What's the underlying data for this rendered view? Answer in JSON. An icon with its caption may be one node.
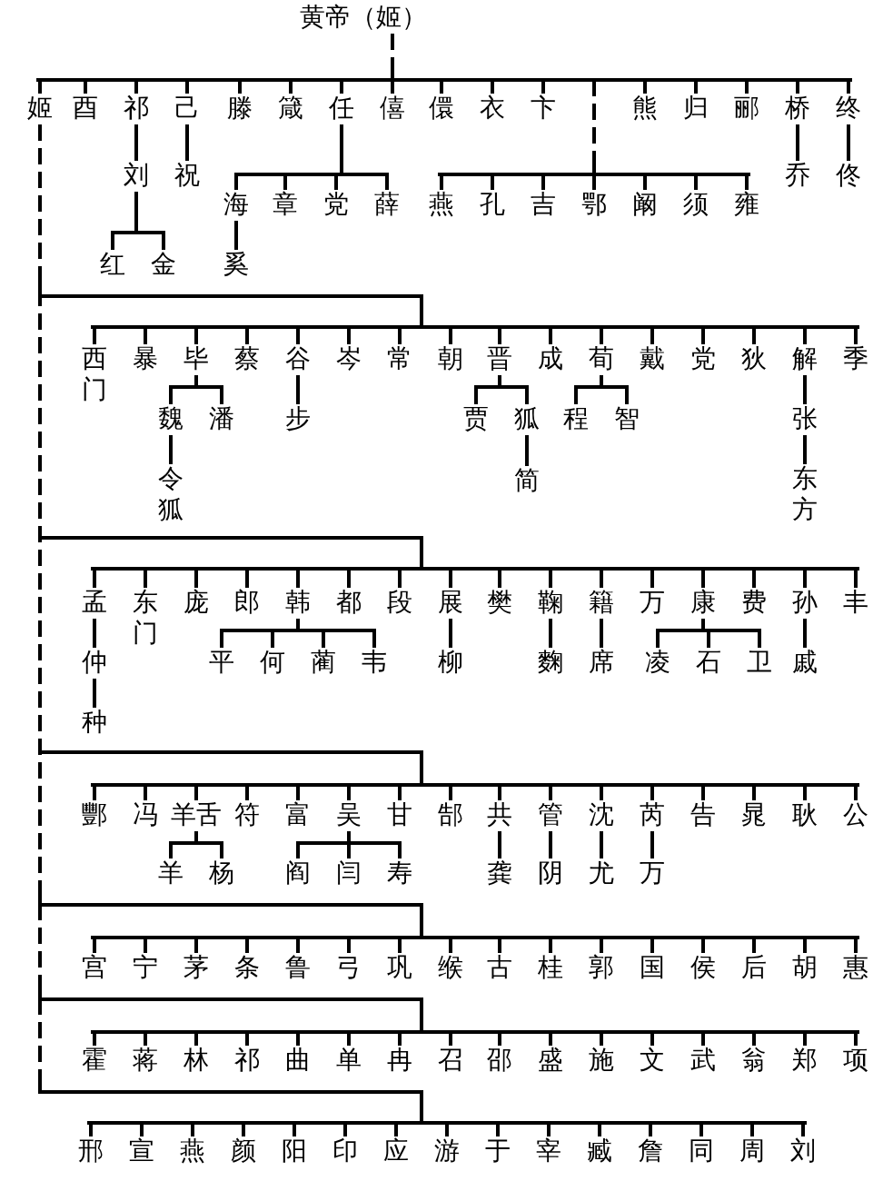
{
  "diagram": {
    "nodes": [
      {
        "text": [
          "黄帝（姬）"
        ]
      },
      {
        "text": [
          "姬"
        ]
      },
      {
        "text": [
          "酉"
        ]
      },
      {
        "text": [
          "祁"
        ]
      },
      {
        "text": [
          "己"
        ]
      },
      {
        "text": [
          "滕"
        ]
      },
      {
        "text": [
          "箴"
        ]
      },
      {
        "text": [
          "任"
        ]
      },
      {
        "text": [
          "僖"
        ]
      },
      {
        "text": [
          "儇"
        ]
      },
      {
        "text": [
          "衣"
        ]
      },
      {
        "text": [
          "卞"
        ]
      },
      {
        "text": [
          "熊"
        ]
      },
      {
        "text": [
          "归"
        ]
      },
      {
        "text": [
          "郦"
        ]
      },
      {
        "text": [
          "桥"
        ]
      },
      {
        "text": [
          "终"
        ]
      },
      {
        "text": [
          "刘"
        ]
      },
      {
        "text": [
          "祝"
        ]
      },
      {
        "text": [
          "乔"
        ]
      },
      {
        "text": [
          "佟"
        ]
      },
      {
        "text": [
          "海"
        ]
      },
      {
        "text": [
          "章"
        ]
      },
      {
        "text": [
          "党"
        ]
      },
      {
        "text": [
          "薛"
        ]
      },
      {
        "text": [
          "燕"
        ]
      },
      {
        "text": [
          "孔"
        ]
      },
      {
        "text": [
          "吉"
        ]
      },
      {
        "text": [
          "鄂"
        ]
      },
      {
        "text": [
          "阚"
        ]
      },
      {
        "text": [
          "须"
        ]
      },
      {
        "text": [
          "雍"
        ]
      },
      {
        "text": [
          "红"
        ]
      },
      {
        "text": [
          "金"
        ]
      },
      {
        "text": [
          "奚"
        ]
      },
      {
        "text": [
          "西门"
        ]
      },
      {
        "text": [
          "暴"
        ]
      },
      {
        "text": [
          "毕"
        ]
      },
      {
        "text": [
          "蔡"
        ]
      },
      {
        "text": [
          "谷"
        ]
      },
      {
        "text": [
          "岑"
        ]
      },
      {
        "text": [
          "常"
        ]
      },
      {
        "text": [
          "朝"
        ]
      },
      {
        "text": [
          "晋"
        ]
      },
      {
        "text": [
          "成"
        ]
      },
      {
        "text": [
          "荀"
        ]
      },
      {
        "text": [
          "戴"
        ]
      },
      {
        "text": [
          "党"
        ]
      },
      {
        "text": [
          "狄"
        ]
      },
      {
        "text": [
          "解"
        ]
      },
      {
        "text": [
          "季"
        ]
      },
      {
        "text": [
          "魏"
        ]
      },
      {
        "text": [
          "潘"
        ]
      },
      {
        "text": [
          "步"
        ]
      },
      {
        "text": [
          "贾"
        ]
      },
      {
        "text": [
          "狐"
        ]
      },
      {
        "text": [
          "程"
        ]
      },
      {
        "text": [
          "智"
        ]
      },
      {
        "text": [
          "张"
        ]
      },
      {
        "text": [
          "令狐"
        ]
      },
      {
        "text": [
          "简"
        ]
      },
      {
        "text": [
          "东方"
        ]
      },
      {
        "text": [
          "孟"
        ]
      },
      {
        "text": [
          "东门"
        ]
      },
      {
        "text": [
          "庞"
        ]
      },
      {
        "text": [
          "郎"
        ]
      },
      {
        "text": [
          "韩"
        ]
      },
      {
        "text": [
          "都"
        ]
      },
      {
        "text": [
          "段"
        ]
      },
      {
        "text": [
          "展"
        ]
      },
      {
        "text": [
          "樊"
        ]
      },
      {
        "text": [
          "鞠"
        ]
      },
      {
        "text": [
          "籍"
        ]
      },
      {
        "text": [
          "万"
        ]
      },
      {
        "text": [
          "康"
        ]
      },
      {
        "text": [
          "费"
        ]
      },
      {
        "text": [
          "孙"
        ]
      },
      {
        "text": [
          "丰"
        ]
      },
      {
        "text": [
          "仲"
        ]
      },
      {
        "text": [
          "平"
        ]
      },
      {
        "text": [
          "何"
        ]
      },
      {
        "text": [
          "蔺"
        ]
      },
      {
        "text": [
          "韦"
        ]
      },
      {
        "text": [
          "柳"
        ]
      },
      {
        "text": [
          "麴"
        ]
      },
      {
        "text": [
          "席"
        ]
      },
      {
        "text": [
          "凌"
        ]
      },
      {
        "text": [
          "石"
        ]
      },
      {
        "text": [
          "卫"
        ]
      },
      {
        "text": [
          "戚"
        ]
      },
      {
        "text": [
          "种"
        ]
      },
      {
        "text": [
          "酆"
        ]
      },
      {
        "text": [
          "冯"
        ]
      },
      {
        "text": [
          "羊舌"
        ]
      },
      {
        "text": [
          "符"
        ]
      },
      {
        "text": [
          "富"
        ]
      },
      {
        "text": [
          "吴"
        ]
      },
      {
        "text": [
          "甘"
        ]
      },
      {
        "text": [
          "郜"
        ]
      },
      {
        "text": [
          "共"
        ]
      },
      {
        "text": [
          "管"
        ]
      },
      {
        "text": [
          "沈"
        ]
      },
      {
        "text": [
          "芮"
        ]
      },
      {
        "text": [
          "告"
        ]
      },
      {
        "text": [
          "晁"
        ]
      },
      {
        "text": [
          "耿"
        ]
      },
      {
        "text": [
          "公"
        ]
      },
      {
        "text": [
          "羊"
        ]
      },
      {
        "text": [
          "杨"
        ]
      },
      {
        "text": [
          "阎"
        ]
      },
      {
        "text": [
          "闫"
        ]
      },
      {
        "text": [
          "寿"
        ]
      },
      {
        "text": [
          "龚"
        ]
      },
      {
        "text": [
          "阴"
        ]
      },
      {
        "text": [
          "尤"
        ]
      },
      {
        "text": [
          "万"
        ]
      },
      {
        "text": [
          "宫"
        ]
      },
      {
        "text": [
          "宁"
        ]
      },
      {
        "text": [
          "茅"
        ]
      },
      {
        "text": [
          "条"
        ]
      },
      {
        "text": [
          "鲁"
        ]
      },
      {
        "text": [
          "弓"
        ]
      },
      {
        "text": [
          "巩"
        ]
      },
      {
        "text": [
          "缑"
        ]
      },
      {
        "text": [
          "古"
        ]
      },
      {
        "text": [
          "桂"
        ]
      },
      {
        "text": [
          "郭"
        ]
      },
      {
        "text": [
          "国"
        ]
      },
      {
        "text": [
          "侯"
        ]
      },
      {
        "text": [
          "后"
        ]
      },
      {
        "text": [
          "胡"
        ]
      },
      {
        "text": [
          "惠"
        ]
      },
      {
        "text": [
          "霍"
        ]
      },
      {
        "text": [
          "蒋"
        ]
      },
      {
        "text": [
          "林"
        ]
      },
      {
        "text": [
          "祁"
        ]
      },
      {
        "text": [
          "曲"
        ]
      },
      {
        "text": [
          "单"
        ]
      },
      {
        "text": [
          "冉"
        ]
      },
      {
        "text": [
          "召"
        ]
      },
      {
        "text": [
          "邵"
        ]
      },
      {
        "text": [
          "盛"
        ]
      },
      {
        "text": [
          "施"
        ]
      },
      {
        "text": [
          "文"
        ]
      },
      {
        "text": [
          "武"
        ]
      },
      {
        "text": [
          "翁"
        ]
      },
      {
        "text": [
          "郑"
        ]
      },
      {
        "text": [
          "项"
        ]
      },
      {
        "text": [
          "邢"
        ]
      },
      {
        "text": [
          "宣"
        ]
      },
      {
        "text": [
          "燕"
        ]
      },
      {
        "text": [
          "颜"
        ]
      },
      {
        "text": [
          "阳"
        ]
      },
      {
        "text": [
          "印"
        ]
      },
      {
        "text": [
          "应"
        ]
      },
      {
        "text": [
          "游"
        ]
      },
      {
        "text": [
          "于"
        ]
      },
      {
        "text": [
          "宰"
        ]
      },
      {
        "text": [
          "臧"
        ]
      },
      {
        "text": [
          "詹"
        ]
      },
      {
        "text": [
          "同"
        ]
      },
      {
        "text": [
          "周"
        ]
      },
      {
        "text": [
          "刘"
        ]
      }
    ],
    "edges": [
      {
        "from": 0,
        "to": 1,
        "arrow": "none",
        "style": "dashed"
      },
      {
        "from": 0,
        "to": 2,
        "arrow": "none",
        "style": "dashed"
      },
      {
        "from": 0,
        "to": 3,
        "arrow": "none",
        "style": "dashed"
      },
      {
        "from": 0,
        "to": 4,
        "arrow": "none",
        "style": "dashed"
      },
      {
        "from": 0,
        "to": 5,
        "arrow": "none",
        "style": "dashed"
      },
      {
        "from": 0,
        "to": 6,
        "arrow": "none",
        "style": "dashed"
      },
      {
        "from": 0,
        "to": 7,
        "arrow": "none",
        "style": "dashed"
      },
      {
        "from": 0,
        "to": 8,
        "arrow": "none",
        "style": "dashed"
      },
      {
        "from": 0,
        "to": 9,
        "arrow": "none",
        "style": "dashed"
      },
      {
        "from": 0,
        "to": 10,
        "arrow": "none",
        "style": "dashed"
      },
      {
        "from": 0,
        "to": 11,
        "arrow": "none",
        "style": "dashed"
      },
      {
        "from": 0,
        "to": 12,
        "arrow": "none",
        "style": "dashed"
      },
      {
        "from": 0,
        "to": 13,
        "arrow": "none",
        "style": "dashed"
      },
      {
        "from": 0,
        "to": 14,
        "arrow": "none",
        "style": "dashed"
      },
      {
        "from": 0,
        "to": 15,
        "arrow": "none",
        "style": "dashed"
      },
      {
        "from": 0,
        "to": 16,
        "arrow": "none",
        "style": "dashed"
      },
      {
        "from": 0,
        "to": 25,
        "arrow": "none",
        "style": "dashed"
      },
      {
        "from": 0,
        "to": 26,
        "arrow": "none",
        "style": "dashed"
      },
      {
        "from": 0,
        "to": 27,
        "arrow": "none",
        "style": "dashed"
      },
      {
        "from": 0,
        "to": 28,
        "arrow": "none",
        "style": "dashed"
      },
      {
        "from": 0,
        "to": 29,
        "arrow": "none",
        "style": "dashed"
      },
      {
        "from": 0,
        "to": 30,
        "arrow": "none",
        "style": "dashed"
      },
      {
        "from": 0,
        "to": 31,
        "arrow": "none",
        "style": "dashed"
      },
      {
        "from": 3,
        "to": 17,
        "arrow": "none"
      },
      {
        "from": 4,
        "to": 18,
        "arrow": "none"
      },
      {
        "from": 15,
        "to": 19,
        "arrow": "none"
      },
      {
        "from": 16,
        "to": 20,
        "arrow": "none"
      },
      {
        "from": 7,
        "to": 21,
        "arrow": "none"
      },
      {
        "from": 7,
        "to": 22,
        "arrow": "none"
      },
      {
        "from": 7,
        "to": 23,
        "arrow": "none"
      },
      {
        "from": 7,
        "to": 24,
        "arrow": "none"
      },
      {
        "from": 17,
        "to": 32,
        "arrow": "none"
      },
      {
        "from": 17,
        "to": 33,
        "arrow": "none"
      },
      {
        "from": 21,
        "to": 34,
        "arrow": "none"
      },
      {
        "from": 1,
        "to": 35,
        "arrow": "none",
        "style": "dashed"
      },
      {
        "from": 1,
        "to": 36,
        "arrow": "none",
        "style": "dashed"
      },
      {
        "from": 1,
        "to": 37,
        "arrow": "none",
        "style": "dashed"
      },
      {
        "from": 1,
        "to": 38,
        "arrow": "none",
        "style": "dashed"
      },
      {
        "from": 1,
        "to": 39,
        "arrow": "none",
        "style": "dashed"
      },
      {
        "from": 1,
        "to": 40,
        "arrow": "none",
        "style": "dashed"
      },
      {
        "from": 1,
        "to": 41,
        "arrow": "none",
        "style": "dashed"
      },
      {
        "from": 1,
        "to": 42,
        "arrow": "none",
        "style": "dashed"
      },
      {
        "from": 1,
        "to": 43,
        "arrow": "none",
        "style": "dashed"
      },
      {
        "from": 1,
        "to": 44,
        "arrow": "none",
        "style": "dashed"
      },
      {
        "from": 1,
        "to": 45,
        "arrow": "none",
        "style": "dashed"
      },
      {
        "from": 1,
        "to": 46,
        "arrow": "none",
        "style": "dashed"
      },
      {
        "from": 1,
        "to": 47,
        "arrow": "none",
        "style": "dashed"
      },
      {
        "from": 1,
        "to": 48,
        "arrow": "none",
        "style": "dashed"
      },
      {
        "from": 1,
        "to": 49,
        "arrow": "none",
        "style": "dashed"
      },
      {
        "from": 1,
        "to": 50,
        "arrow": "none",
        "style": "dashed"
      },
      {
        "from": 37,
        "to": 51,
        "arrow": "none"
      },
      {
        "from": 37,
        "to": 52,
        "arrow": "none"
      },
      {
        "from": 39,
        "to": 53,
        "arrow": "none"
      },
      {
        "from": 43,
        "to": 54,
        "arrow": "none"
      },
      {
        "from": 43,
        "to": 55,
        "arrow": "none"
      },
      {
        "from": 45,
        "to": 56,
        "arrow": "none"
      },
      {
        "from": 45,
        "to": 57,
        "arrow": "none"
      },
      {
        "from": 49,
        "to": 58,
        "arrow": "none"
      },
      {
        "from": 51,
        "to": 59,
        "arrow": "none"
      },
      {
        "from": 55,
        "to": 60,
        "arrow": "none"
      },
      {
        "from": 58,
        "to": 61,
        "arrow": "none"
      },
      {
        "from": 1,
        "to": 62,
        "arrow": "none",
        "style": "dashed"
      },
      {
        "from": 1,
        "to": 63,
        "arrow": "none",
        "style": "dashed"
      },
      {
        "from": 1,
        "to": 64,
        "arrow": "none",
        "style": "dashed"
      },
      {
        "from": 1,
        "to": 65,
        "arrow": "none",
        "style": "dashed"
      },
      {
        "from": 1,
        "to": 66,
        "arrow": "none",
        "style": "dashed"
      },
      {
        "from": 1,
        "to": 67,
        "arrow": "none",
        "style": "dashed"
      },
      {
        "from": 1,
        "to": 68,
        "arrow": "none",
        "style": "dashed"
      },
      {
        "from": 1,
        "to": 69,
        "arrow": "none",
        "style": "dashed"
      },
      {
        "from": 1,
        "to": 70,
        "arrow": "none",
        "style": "dashed"
      },
      {
        "from": 1,
        "to": 71,
        "arrow": "none",
        "style": "dashed"
      },
      {
        "from": 1,
        "to": 72,
        "arrow": "none",
        "style": "dashed"
      },
      {
        "from": 1,
        "to": 73,
        "arrow": "none",
        "style": "dashed"
      },
      {
        "from": 1,
        "to": 74,
        "arrow": "none",
        "style": "dashed"
      },
      {
        "from": 1,
        "to": 75,
        "arrow": "none",
        "style": "dashed"
      },
      {
        "from": 1,
        "to": 76,
        "arrow": "none",
        "style": "dashed"
      },
      {
        "from": 1,
        "to": 77,
        "arrow": "none",
        "style": "dashed"
      },
      {
        "from": 62,
        "to": 78,
        "arrow": "none"
      },
      {
        "from": 78,
        "to": 90,
        "arrow": "none"
      },
      {
        "from": 66,
        "to": 79,
        "arrow": "none"
      },
      {
        "from": 66,
        "to": 80,
        "arrow": "none"
      },
      {
        "from": 66,
        "to": 81,
        "arrow": "none"
      },
      {
        "from": 66,
        "to": 82,
        "arrow": "none"
      },
      {
        "from": 69,
        "to": 83,
        "arrow": "none"
      },
      {
        "from": 71,
        "to": 84,
        "arrow": "none"
      },
      {
        "from": 72,
        "to": 85,
        "arrow": "none"
      },
      {
        "from": 74,
        "to": 86,
        "arrow": "none"
      },
      {
        "from": 74,
        "to": 87,
        "arrow": "none"
      },
      {
        "from": 74,
        "to": 88,
        "arrow": "none"
      },
      {
        "from": 76,
        "to": 89,
        "arrow": "none"
      },
      {
        "from": 1,
        "to": 91,
        "arrow": "none",
        "style": "dashed"
      },
      {
        "from": 1,
        "to": 92,
        "arrow": "none",
        "style": "dashed"
      },
      {
        "from": 1,
        "to": 93,
        "arrow": "none",
        "style": "dashed"
      },
      {
        "from": 1,
        "to": 94,
        "arrow": "none",
        "style": "dashed"
      },
      {
        "from": 1,
        "to": 95,
        "arrow": "none",
        "style": "dashed"
      },
      {
        "from": 1,
        "to": 96,
        "arrow": "none",
        "style": "dashed"
      },
      {
        "from": 1,
        "to": 97,
        "arrow": "none",
        "style": "dashed"
      },
      {
        "from": 1,
        "to": 98,
        "arrow": "none",
        "style": "dashed"
      },
      {
        "from": 1,
        "to": 99,
        "arrow": "none",
        "style": "dashed"
      },
      {
        "from": 1,
        "to": 100,
        "arrow": "none",
        "style": "dashed"
      },
      {
        "from": 1,
        "to": 101,
        "arrow": "none",
        "style": "dashed"
      },
      {
        "from": 1,
        "to": 102,
        "arrow": "none",
        "style": "dashed"
      },
      {
        "from": 1,
        "to": 103,
        "arrow": "none",
        "style": "dashed"
      },
      {
        "from": 1,
        "to": 104,
        "arrow": "none",
        "style": "dashed"
      },
      {
        "from": 1,
        "to": 105,
        "arrow": "none",
        "style": "dashed"
      },
      {
        "from": 1,
        "to": 106,
        "arrow": "none",
        "style": "dashed"
      },
      {
        "from": 93,
        "to": 107,
        "arrow": "none"
      },
      {
        "from": 93,
        "to": 108,
        "arrow": "none"
      },
      {
        "from": 96,
        "to": 109,
        "arrow": "none"
      },
      {
        "from": 96,
        "to": 110,
        "arrow": "none"
      },
      {
        "from": 96,
        "to": 111,
        "arrow": "none"
      },
      {
        "from": 99,
        "to": 112,
        "arrow": "none"
      },
      {
        "from": 100,
        "to": 113,
        "arrow": "none"
      },
      {
        "from": 101,
        "to": 114,
        "arrow": "none"
      },
      {
        "from": 102,
        "to": 115,
        "arrow": "none"
      },
      {
        "from": 1,
        "to": 116,
        "arrow": "none",
        "style": "dashed"
      },
      {
        "from": 1,
        "to": 117,
        "arrow": "none",
        "style": "dashed"
      },
      {
        "from": 1,
        "to": 118,
        "arrow": "none",
        "style": "dashed"
      },
      {
        "from": 1,
        "to": 119,
        "arrow": "none",
        "style": "dashed"
      },
      {
        "from": 1,
        "to": 120,
        "arrow": "none",
        "style": "dashed"
      },
      {
        "from": 1,
        "to": 121,
        "arrow": "none",
        "style": "dashed"
      },
      {
        "from": 1,
        "to": 122,
        "arrow": "none",
        "style": "dashed"
      },
      {
        "from": 1,
        "to": 123,
        "arrow": "none",
        "style": "dashed"
      },
      {
        "from": 1,
        "to": 124,
        "arrow": "none",
        "style": "dashed"
      },
      {
        "from": 1,
        "to": 125,
        "arrow": "none",
        "style": "dashed"
      },
      {
        "from": 1,
        "to": 126,
        "arrow": "none",
        "style": "dashed"
      },
      {
        "from": 1,
        "to": 127,
        "arrow": "none",
        "style": "dashed"
      },
      {
        "from": 1,
        "to": 128,
        "arrow": "none",
        "style": "dashed"
      },
      {
        "from": 1,
        "to": 129,
        "arrow": "none",
        "style": "dashed"
      },
      {
        "from": 1,
        "to": 130,
        "arrow": "none",
        "style": "dashed"
      },
      {
        "from": 1,
        "to": 131,
        "arrow": "none",
        "style": "dashed"
      },
      {
        "from": 1,
        "to": 132,
        "arrow": "none",
        "style": "dashed"
      },
      {
        "from": 1,
        "to": 133,
        "arrow": "none",
        "style": "dashed"
      },
      {
        "from": 1,
        "to": 134,
        "arrow": "none",
        "style": "dashed"
      },
      {
        "from": 1,
        "to": 135,
        "arrow": "none",
        "style": "dashed"
      },
      {
        "from": 1,
        "to": 136,
        "arrow": "none",
        "style": "dashed"
      },
      {
        "from": 1,
        "to": 137,
        "arrow": "none",
        "style": "dashed"
      },
      {
        "from": 1,
        "to": 138,
        "arrow": "none",
        "style": "dashed"
      },
      {
        "from": 1,
        "to": 139,
        "arrow": "none",
        "style": "dashed"
      },
      {
        "from": 1,
        "to": 140,
        "arrow": "none",
        "style": "dashed"
      },
      {
        "from": 1,
        "to": 141,
        "arrow": "none",
        "style": "dashed"
      },
      {
        "from": 1,
        "to": 142,
        "arrow": "none",
        "style": "dashed"
      },
      {
        "from": 1,
        "to": 143,
        "arrow": "none",
        "style": "dashed"
      },
      {
        "from": 1,
        "to": 144,
        "arrow": "none",
        "style": "dashed"
      },
      {
        "from": 1,
        "to": 145,
        "arrow": "none",
        "style": "dashed"
      },
      {
        "from": 1,
        "to": 146,
        "arrow": "none",
        "style": "dashed"
      },
      {
        "from": 1,
        "to": 147,
        "arrow": "none",
        "style": "dashed"
      },
      {
        "from": 1,
        "to": 148,
        "arrow": "none",
        "style": "dashed"
      },
      {
        "from": 1,
        "to": 149,
        "arrow": "none",
        "style": "dashed"
      },
      {
        "from": 1,
        "to": 150,
        "arrow": "none",
        "style": "dashed"
      },
      {
        "from": 1,
        "to": 151,
        "arrow": "none",
        "style": "dashed"
      },
      {
        "from": 1,
        "to": 152,
        "arrow": "none",
        "style": "dashed"
      },
      {
        "from": 1,
        "to": 153,
        "arrow": "none",
        "style": "dashed"
      },
      {
        "from": 1,
        "to": 154,
        "arrow": "none",
        "style": "dashed"
      },
      {
        "from": 1,
        "to": 155,
        "arrow": "none",
        "style": "dashed"
      },
      {
        "from": 1,
        "to": 156,
        "arrow": "none",
        "style": "dashed"
      },
      {
        "from": 1,
        "to": 157,
        "arrow": "none",
        "style": "dashed"
      },
      {
        "from": 1,
        "to": 158,
        "arrow": "none",
        "style": "dashed"
      },
      {
        "from": 1,
        "to": 159,
        "arrow": "none",
        "style": "dashed"
      },
      {
        "from": 1,
        "to": 160,
        "arrow": "none",
        "style": "dashed"
      },
      {
        "from": 1,
        "to": 161,
        "arrow": "none",
        "style": "dashed"
      },
      {
        "from": 1,
        "to": 162,
        "arrow": "none",
        "style": "dashed"
      }
    ]
  }
}
